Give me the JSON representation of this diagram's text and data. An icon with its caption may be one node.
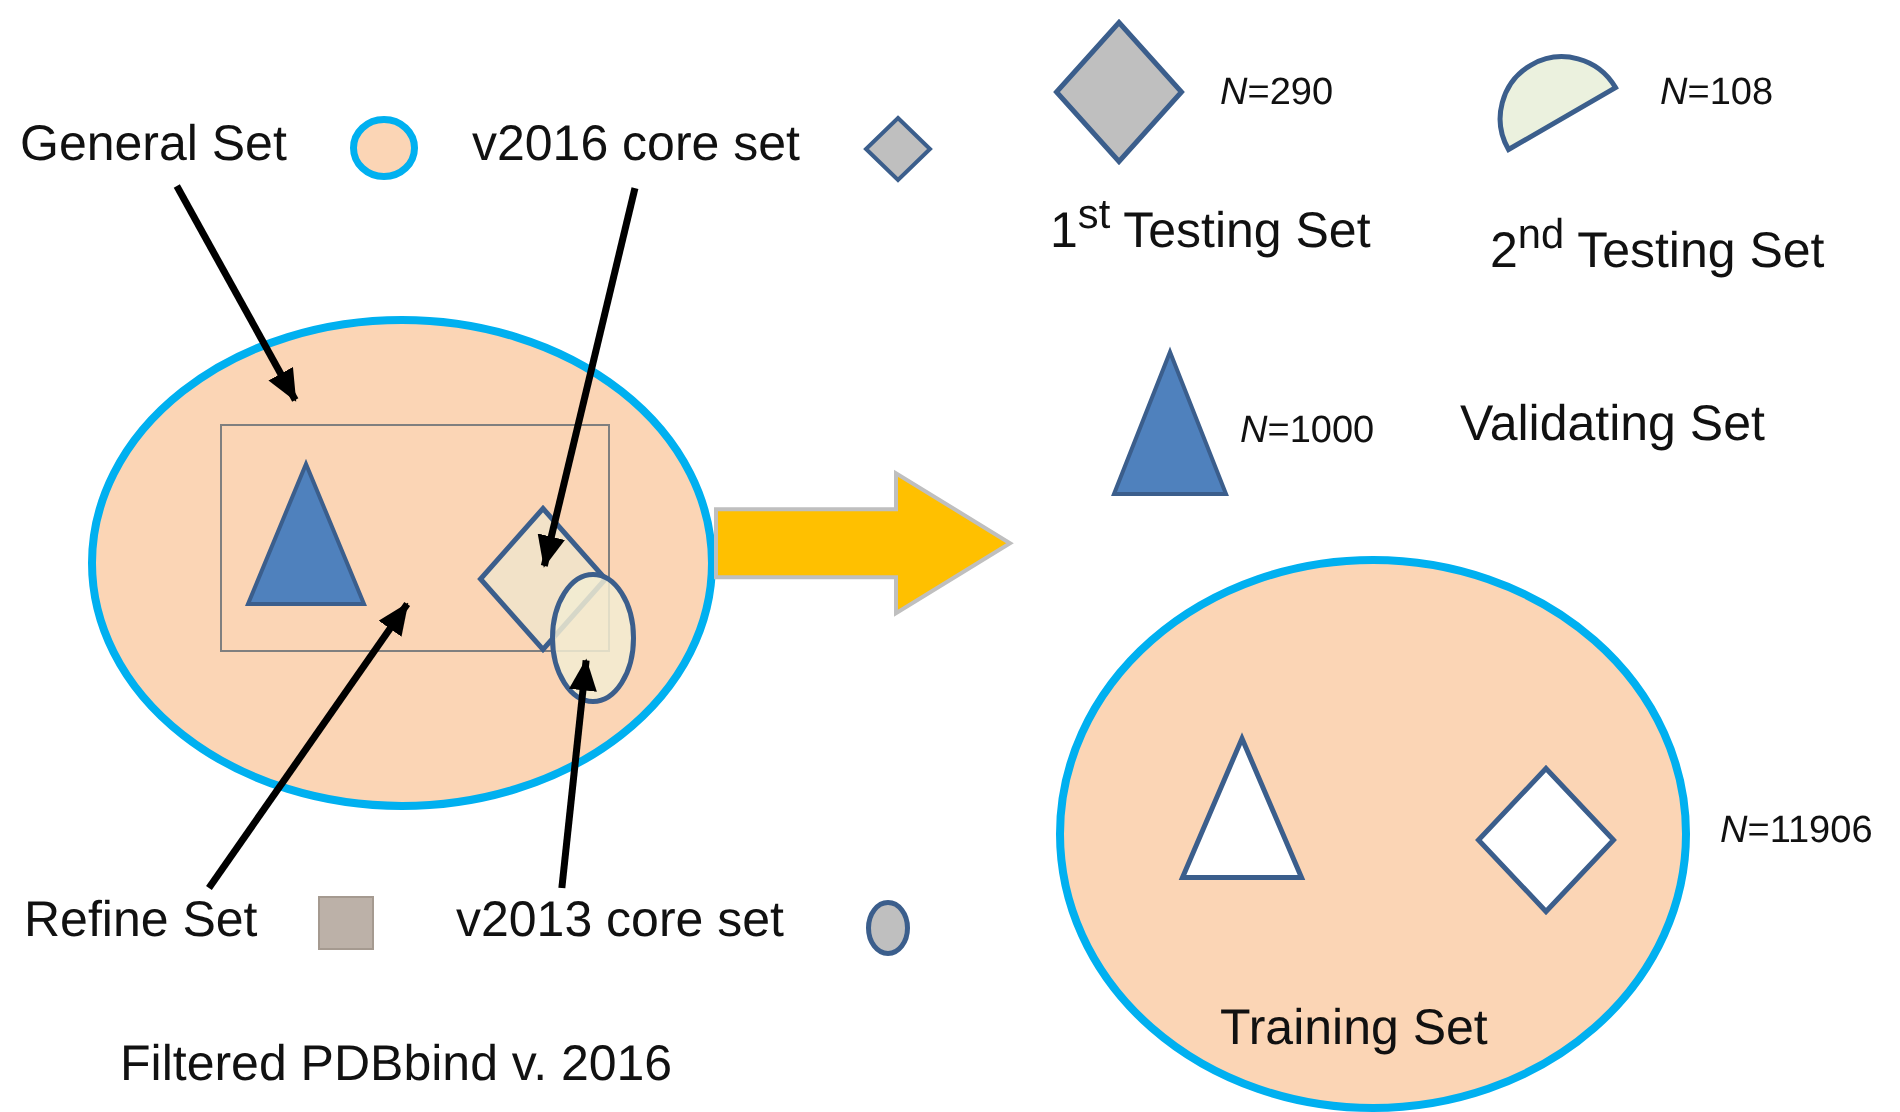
{
  "diagram": {
    "nodes": [
      {
        "text": [
          "General Set"
        ]
      },
      {
        "text": [
          "v2016 core set"
        ]
      },
      {
        "text": [],
        "shape": "ellipse"
      },
      {
        "text": [],
        "shape": "box",
        "in": 2
      },
      {
        "text": [],
        "shape": "triangle",
        "in": 3
      },
      {
        "text": [],
        "shape": "diamond",
        "in": 3
      },
      {
        "text": [],
        "shape": "ellipse",
        "in": 2
      },
      {
        "text": [
          "Refine Set"
        ]
      },
      {
        "text": [
          "v2013 core set"
        ]
      },
      {
        "text": [
          "1$^{st}$ Testing Set"
        ],
        "beside": [
          "*N*=290"
        ]
      },
      {
        "text": [
          "2$^{nd}$ Testing Set"
        ],
        "beside": [
          "*N*=108"
        ]
      },
      {
        "text": [
          "Validating Set"
        ],
        "beside": [
          "*N*=1000"
        ]
      },
      {
        "text": [
          "Training Set"
        ],
        "beside": [
          "*N*=11906"
        ]
      },
      {
        "text": [],
        "shape": "triangle",
        "in": 12
      },
      {
        "text": [],
        "shape": "diamond",
        "in": 12
      }
    ],
    "edges": [
      {
        "from": 0,
        "to": 2,
        "arrow": "to"
      },
      {
        "from": 1,
        "to": 5,
        "arrow": "to"
      },
      {
        "from": 7,
        "to": 3,
        "arrow": "to"
      },
      {
        "from": 8,
        "to": 6,
        "arrow": "to"
      },
      {
        "from": 2,
        "to": null,
        "arrow": "to",
        "style": "thick",
        "color": "#ffc000"
      }
    ],
    "labels": [
      "Filtered PDBbind v. 2016"
    ]
  }
}
